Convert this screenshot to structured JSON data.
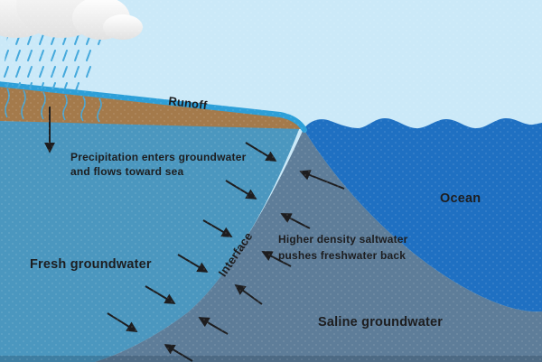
{
  "labels": {
    "runoff": "Runoff",
    "precipitation_note_line1": "Precipitation enters groundwater",
    "precipitation_note_line2": "and flows toward sea",
    "fresh_groundwater": "Fresh groundwater",
    "interface": "Interface",
    "saltwater_note_line1": "Higher density saltwater",
    "saltwater_note_line2": "pushes freshwater back",
    "ocean": "Ocean",
    "saline_groundwater": "Saline groundwater"
  },
  "colors": {
    "sky": "#cbe9f8",
    "cloud": "#f6f6f6",
    "rain": "#45a9dc",
    "soil": "#a47a4b",
    "runoff_stream": "#2d9fd8",
    "fresh_groundwater": "#4b97bf",
    "ocean": "#1f70c2",
    "saline_groundwater": "#5e7d99",
    "text_and_arrows": "#1d1d1f"
  },
  "diagram": {
    "arrows": {
      "precipitation_infiltration": [
        [
          55,
          118,
          55,
          168
        ]
      ],
      "fresh_flow_toward_sea": [
        [
          272,
          158,
          305,
          178
        ],
        [
          250,
          200,
          283,
          220
        ],
        [
          225,
          244,
          256,
          262
        ],
        [
          197,
          282,
          229,
          301
        ],
        [
          161,
          317,
          193,
          336
        ],
        [
          119,
          347,
          151,
          367
        ]
      ],
      "saltwater_push_back": [
        [
          381,
          209,
          333,
          190
        ],
        [
          343,
          253,
          312,
          237
        ],
        [
          322,
          295,
          291,
          279
        ],
        [
          290,
          337,
          261,
          316
        ],
        [
          252,
          370,
          221,
          352
        ],
        [
          213,
          400,
          183,
          382
        ]
      ]
    }
  }
}
